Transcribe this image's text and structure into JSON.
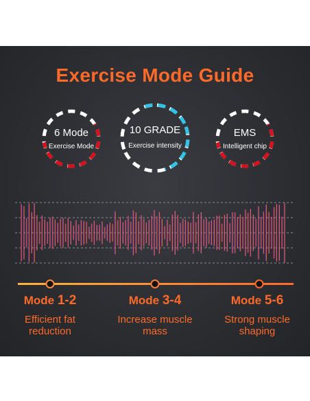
{
  "title": "Exercise Mode Guide",
  "badges": [
    {
      "big": "6 Mode",
      "small": "Exercise Mode",
      "accent": "#d8101e"
    },
    {
      "big": "10 GRADE",
      "small": "Exercise intensity",
      "accent": "#31c2e6"
    },
    {
      "big": "EMS",
      "small": "Intelligent chip",
      "accent": "#d8101e"
    }
  ],
  "modes": [
    {
      "prefix": "Mode ",
      "range": "1-2",
      "line1": "Efficient fat",
      "line2": "reduction"
    },
    {
      "prefix": "Mode ",
      "range": "3-4",
      "line1": "Increase muscle",
      "line2": "mass"
    },
    {
      "prefix": "Mode ",
      "range": "5-6",
      "line1": "Strong muscle",
      "line2": "shaping"
    }
  ],
  "colors": {
    "title": "#ff6a2b",
    "wave_start": "#5b3fd6",
    "wave_mid": "#e0283c",
    "wave_end": "#ffd24a",
    "timeline_start": "#ffb340",
    "timeline_end": "#ff6a2b"
  }
}
